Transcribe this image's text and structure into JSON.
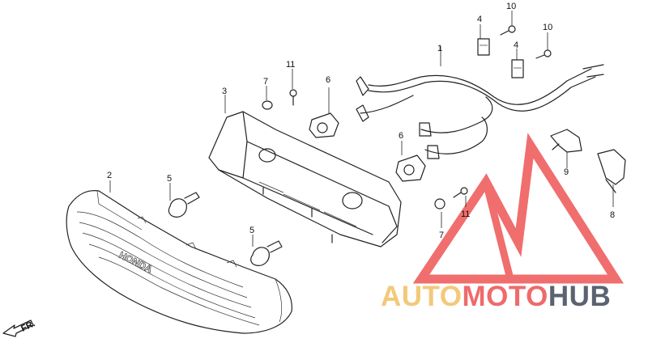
{
  "parts": [
    {
      "id": "p1",
      "num": "1"
    },
    {
      "id": "p2",
      "num": "2"
    },
    {
      "id": "p3",
      "num": "3"
    },
    {
      "id": "p4a",
      "num": "4"
    },
    {
      "id": "p4b",
      "num": "4"
    },
    {
      "id": "p5a",
      "num": "5"
    },
    {
      "id": "p5b",
      "num": "5"
    },
    {
      "id": "p6a",
      "num": "6"
    },
    {
      "id": "p6b",
      "num": "6"
    },
    {
      "id": "p7a",
      "num": "7"
    },
    {
      "id": "p7b",
      "num": "7"
    },
    {
      "id": "p8",
      "num": "8"
    },
    {
      "id": "p9",
      "num": "9"
    },
    {
      "id": "p10a",
      "num": "10"
    },
    {
      "id": "p10b",
      "num": "10"
    },
    {
      "id": "p11a",
      "num": "11"
    },
    {
      "id": "p11b",
      "num": "11"
    }
  ],
  "lens_text": "HONDA",
  "direction_label": "FR.",
  "watermark": {
    "part1": "AUTO",
    "part2": "MOTO",
    "part3": "HUB",
    "color_gold": "#f2c97a",
    "color_red": "#ee6b6b",
    "color_dark": "#5b6270",
    "logo_color": "#ee5555"
  }
}
